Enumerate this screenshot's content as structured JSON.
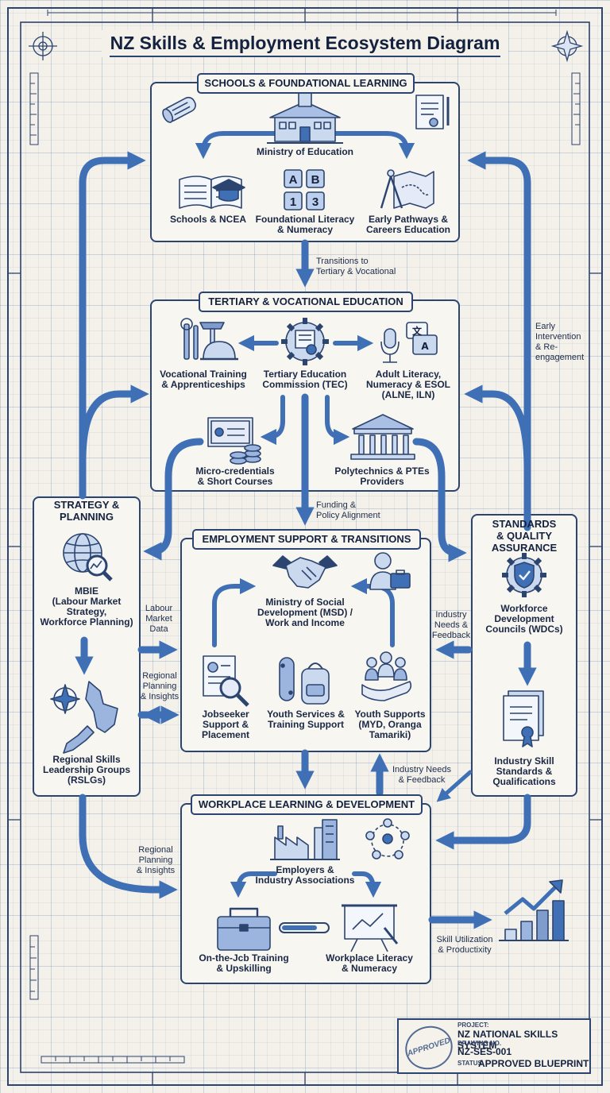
{
  "title": "NZ Skills & Employment Ecosystem Diagram",
  "colors": {
    "accent": "#3f6fb5",
    "ink": "#2c4470",
    "paper": "#f3f1e9"
  },
  "schools": {
    "heading": "SCHOOLS & FOUNDATIONAL LEARNING",
    "ministry": "Ministry of Education",
    "ncea": "Schools & NCEA",
    "literacy": "Foundational Literacy\n& Numeracy",
    "careers": "Early Pathways &\nCareers Education",
    "abc_tiles": [
      "A",
      "B",
      "1",
      "3"
    ]
  },
  "transition_label": "Transitions to\nTertiary & Vocational",
  "tertiary": {
    "heading": "TERTIARY & VOCATIONAL EDUCATION",
    "vocational": "Vocational Training\n& Apprenticeships",
    "tec": "Tertiary Education\nCommission (TEC)",
    "adult": "Adult Literacy,\nNumeracy & ESOL\n(ALNE, ILN)",
    "micro": "Micro-credentials\n& Short Courses",
    "poly": "Polytechnics & PTEs\nProviders",
    "glyphs": [
      "文",
      "A"
    ]
  },
  "funding_label": "Funding &\nPolicy Alignment",
  "early_label": "Early\nIntervention\n& Re-\nengagement",
  "strategy": {
    "heading": "STRATEGY &\nPLANNING",
    "mbie": "MBIE\n(Labour Market\nStrategy,\nWorkforce Planning)",
    "rslg": "Regional Skills\nLeadership Groups\n(RSLGs)"
  },
  "labour_label": "Labour\nMarket\nData",
  "regional_label_1": "Regional\nPlanning\n& Insights",
  "regional_label_2": "Regional\nPlanning\n& Insights",
  "employment": {
    "heading": "EMPLOYMENT SUPPORT & TRANSITIONS",
    "msd": "Ministry of Social\nDevelopment (MSD) /\nWork and Income",
    "jobseeker": "Jobseeker\nSupport &\nPlacement",
    "youth_services": "Youth Services &\nTraining Support",
    "youth_supports": "Youth Supports\n(MYD, Oranga\nTamariki)"
  },
  "industry_label_1": "Industry\nNeeds &\nFeedback",
  "industry_label_2": "Industry Needs\n& Feedback",
  "standards": {
    "heading": "STANDARDS\n& QUALITY\nASSURANCE",
    "wdc": "Workforce\nDevelopment\nCouncils (WDCs)",
    "industry_standards": "Industry Skill\nStandards &\nQualifications"
  },
  "workplace": {
    "heading": "WORKPLACE LEARNING & DEVELOPMENT",
    "employers": "Employers &\nIndustry Associations",
    "onjob": "On-the-Jcb Training\n& Upskilling",
    "wl_literacy": "Workplace Literacy\n& Numeracy"
  },
  "skill_label": "Skill Utilization\n& Productixity",
  "titleblock": {
    "stamp": "APPROVED",
    "project_key": "PROJECT:",
    "project": "NZ NATIONAL SKILLS SYSTEM",
    "drawing_key": "DRAWING NO.",
    "drawing": "NZ-SES-001",
    "status_key": "STATUS",
    "status": "APPROVED BLUEPRINT"
  }
}
